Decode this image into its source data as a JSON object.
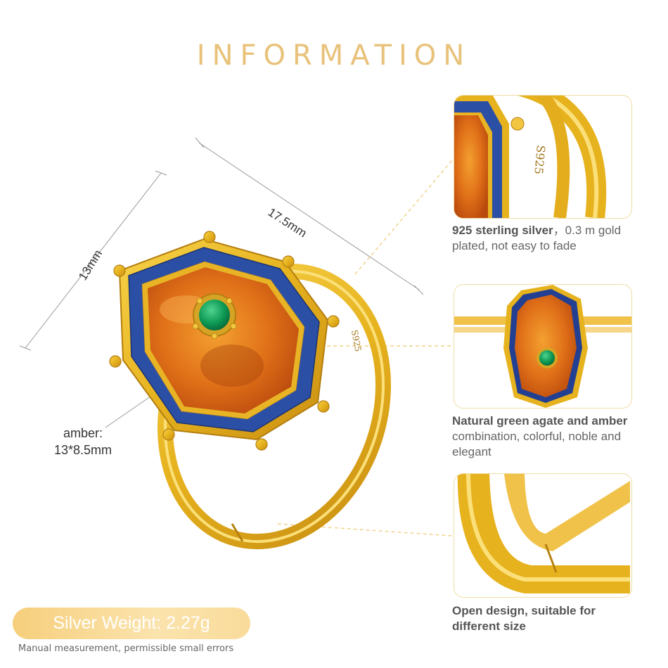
{
  "title": "INFORMATION",
  "dimensions": {
    "length": "17.5mm",
    "width": "13mm"
  },
  "stamp": "S925",
  "amber_label": {
    "line1": "amber:",
    "line2": "13*8.5mm"
  },
  "features": [
    {
      "bold": "925 sterling silver",
      "text": "，0.3 m gold plated, not easy to fade"
    },
    {
      "bold": "Natural green agate and amber",
      "text": " combination, colorful, noble and elegant"
    },
    {
      "bold": "Open design, suitable for different size",
      "text": ""
    }
  ],
  "weight": "Silver Weight: 2.27g",
  "note": "Manual measurement, permissible small errors",
  "colors": {
    "gold": "#e8b82a",
    "gold_dark": "#c9921a",
    "enamel_blue": "#2a4a9a",
    "amber": "#e0781c",
    "agate_green": "#129a5a",
    "title_gold": "#e8c27a"
  }
}
